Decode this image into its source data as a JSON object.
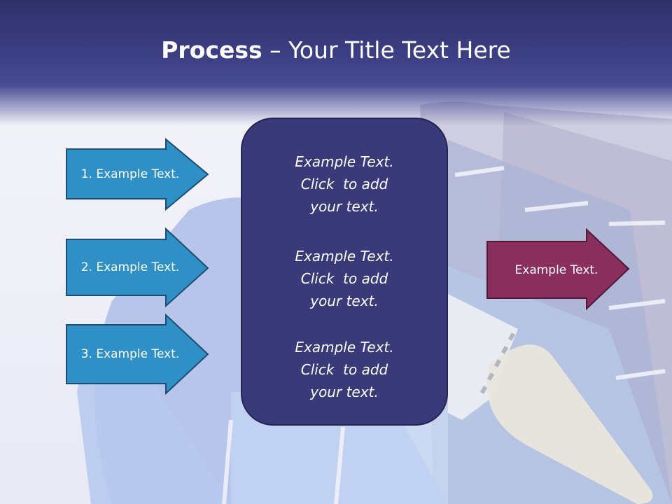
{
  "slide": {
    "title_bold": "Process",
    "title_rest": " – Your Title Text Here"
  },
  "left_arrows": [
    {
      "label": "1. Example Text."
    },
    {
      "label": "2. Example Text."
    },
    {
      "label": "3. Example Text."
    }
  ],
  "center_box": {
    "blocks": [
      {
        "lines": [
          "Example Text.",
          "Click  to add",
          "your text."
        ]
      },
      {
        "lines": [
          "Example Text.",
          "Click  to add",
          "your text."
        ]
      },
      {
        "lines": [
          "Example Text.",
          "Click  to add",
          "your text."
        ]
      }
    ]
  },
  "right_arrow": {
    "label": "Example Text."
  },
  "colors": {
    "header": "#3d3f85",
    "left_arrow_fill": "#2f8fc7",
    "center_box_fill": "#3a3a7a",
    "right_arrow_fill": "#8a2e5e"
  }
}
